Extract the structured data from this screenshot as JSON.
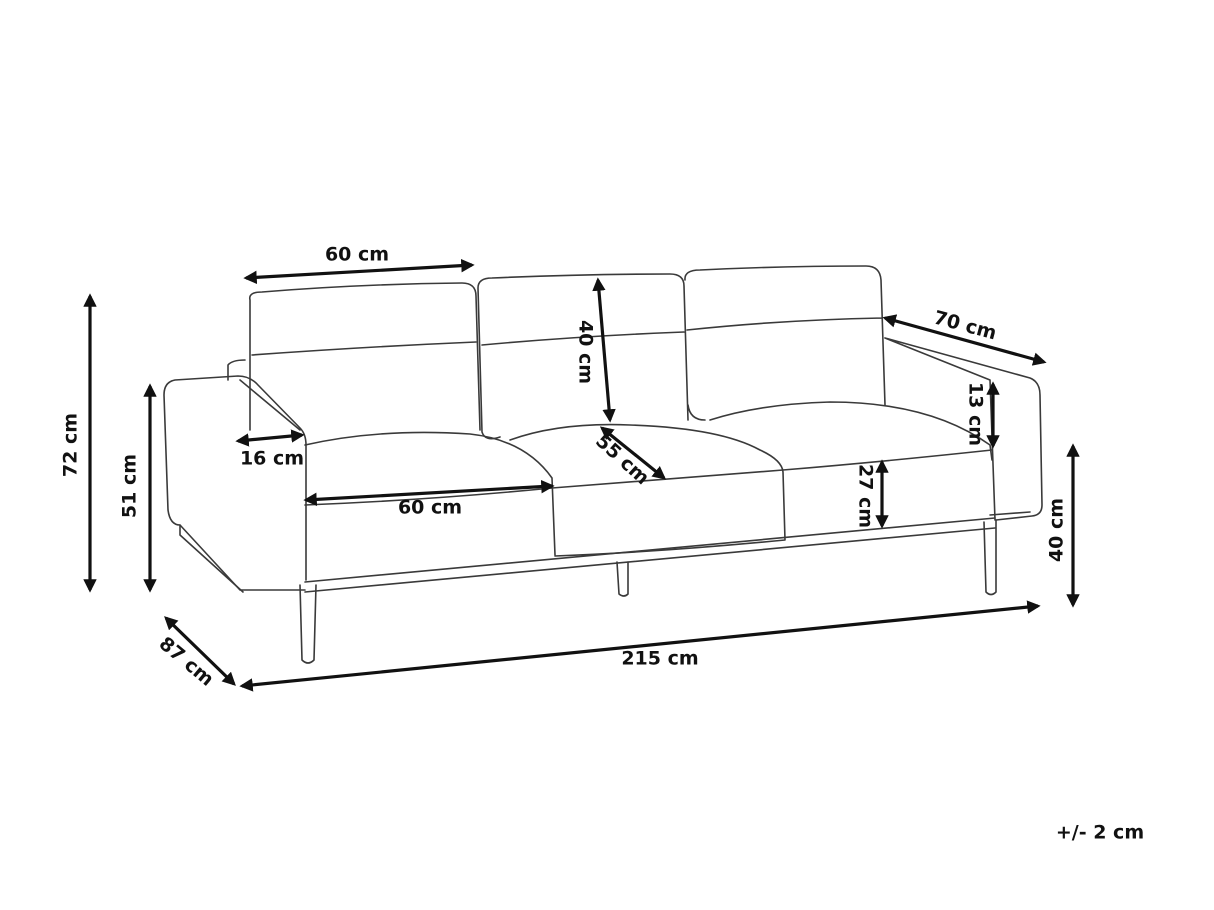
{
  "labels": {
    "back_cushion_width": "60 cm",
    "back_cushion_height": "40 cm",
    "armrest_depth": "70 cm",
    "total_height": "72 cm",
    "armrest_height": "51 cm",
    "armrest_width": "16 cm",
    "seat_depth": "55 cm",
    "armrest_above_seat": "13 cm",
    "seat_width": "60 cm",
    "seat_cushion_height": "27 cm",
    "seat_height": "40 cm",
    "total_depth": "87 cm",
    "total_width": "215 cm",
    "tolerance": "+/- 2 cm"
  },
  "colors": {
    "line": "#3a3a3a",
    "dimension": "#111111",
    "background": "#ffffff"
  }
}
